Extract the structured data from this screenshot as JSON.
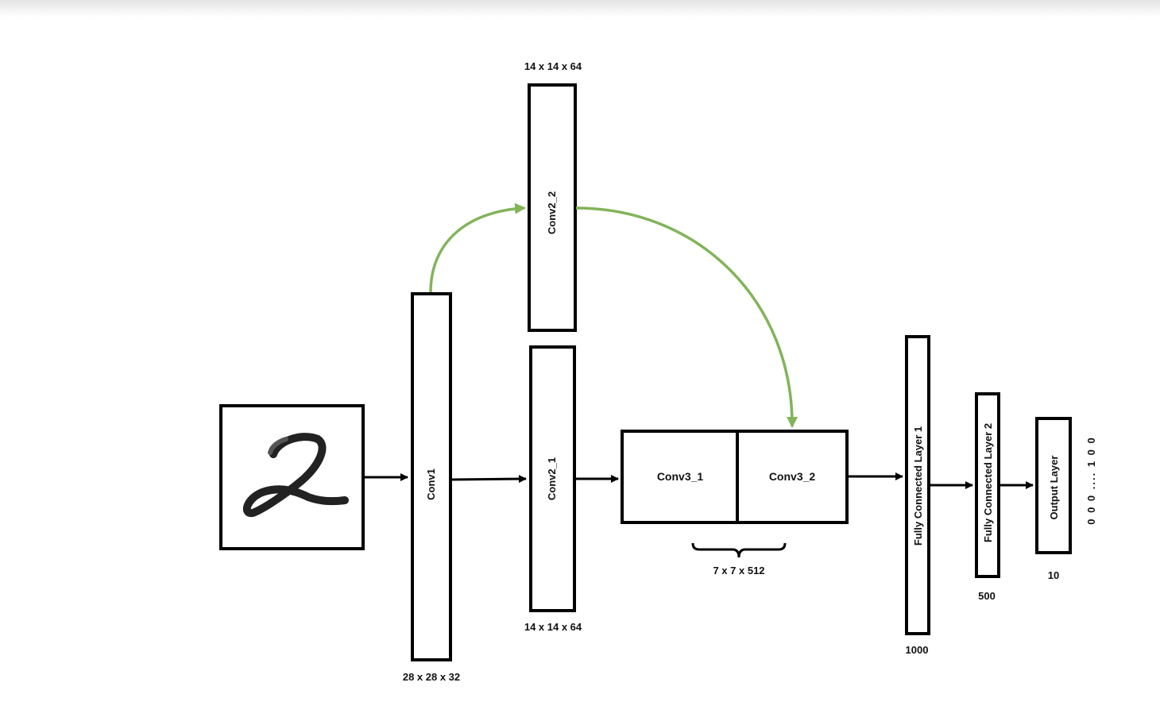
{
  "layers": {
    "conv1": "Conv1",
    "conv2_1": "Conv2_1",
    "conv2_2": "Conv2_2",
    "conv3_1": "Conv3_1",
    "conv3_2": "Conv3_2",
    "fc1": "Fully Connected Layer 1",
    "fc2": "Fully Connected Layer 2",
    "output": "Output Layer"
  },
  "dims": {
    "conv1": "28 x 28 x 32",
    "conv2_1": "14 x 14 x 64",
    "conv2_2": "14 x 14 x 64",
    "conv3": "7 x 7 x 512",
    "fc1": "1000",
    "fc2": "500",
    "output": "10"
  },
  "output_vector": "0 0 0 .... 1 0 0",
  "colors": {
    "skip_connection": "#82b45a",
    "stroke": "#000000"
  },
  "input_image": "handwritten-digit-2"
}
